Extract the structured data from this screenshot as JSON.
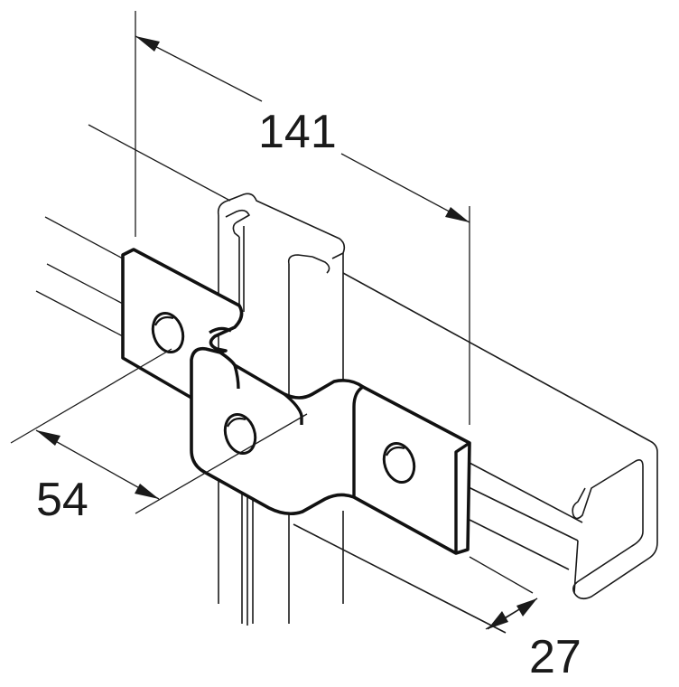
{
  "diagram": {
    "dimensions": [
      {
        "id": "width",
        "value": "141"
      },
      {
        "id": "plate-height",
        "value": "54"
      },
      {
        "id": "channel-depth",
        "value": "27"
      }
    ],
    "colors": {
      "line": "#1a1a1a",
      "background": "#ffffff"
    }
  }
}
